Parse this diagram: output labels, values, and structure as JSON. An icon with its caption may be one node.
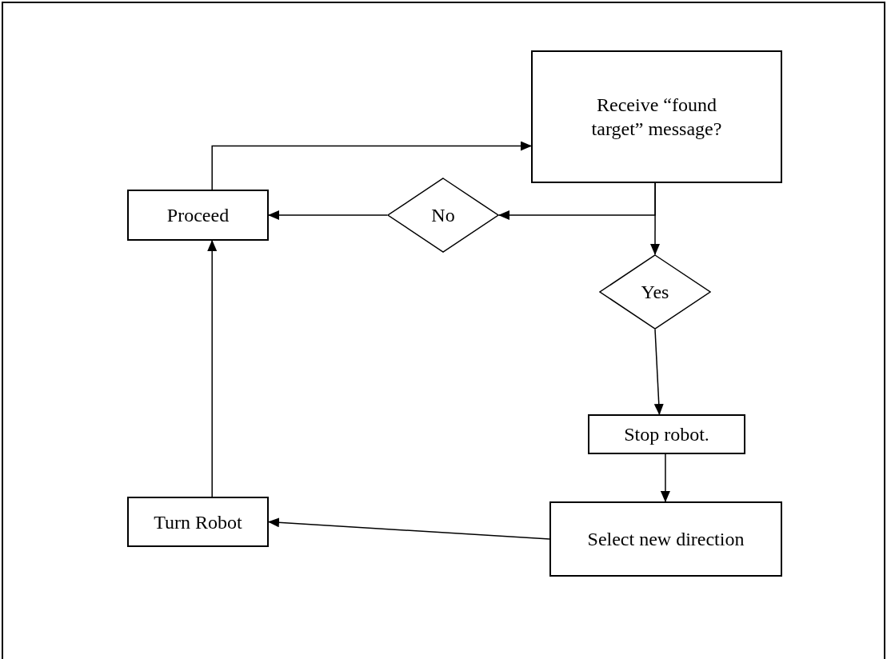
{
  "diagram": {
    "nodes": [
      {
        "text": [
          "Receive “found target” message?"
        ]
      },
      {
        "text": [
          "Proceed"
        ]
      },
      {
        "text": [
          "No"
        ]
      },
      {
        "text": [
          "Yes"
        ]
      },
      {
        "text": [
          "Stop robot."
        ]
      },
      {
        "text": [
          "Select new direction"
        ]
      },
      {
        "text": [
          "Turn Robot"
        ]
      }
    ],
    "edges": [
      {
        "from": 1,
        "to": 0,
        "arrow": "to"
      },
      {
        "from": 0,
        "to": 2,
        "arrow": "to"
      },
      {
        "from": 0,
        "to": 3,
        "arrow": "to"
      },
      {
        "from": 2,
        "to": 1,
        "arrow": "to"
      },
      {
        "from": 3,
        "to": 4,
        "arrow": "to"
      },
      {
        "from": 4,
        "to": 5,
        "arrow": "to"
      },
      {
        "from": 5,
        "to": 6,
        "arrow": "to"
      },
      {
        "from": 6,
        "to": 1,
        "arrow": "to"
      }
    ]
  }
}
